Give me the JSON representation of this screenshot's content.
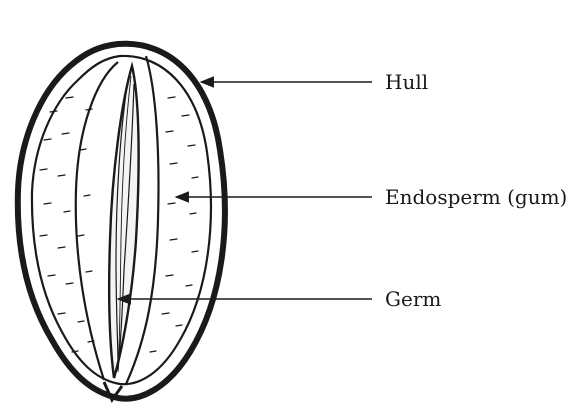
{
  "labels": {
    "hull": "Hull",
    "endosperm": "Endosperm (gum)",
    "germ": "Germ"
  },
  "colors": {
    "ink": "#1a1a1a",
    "background": "#ffffff"
  }
}
